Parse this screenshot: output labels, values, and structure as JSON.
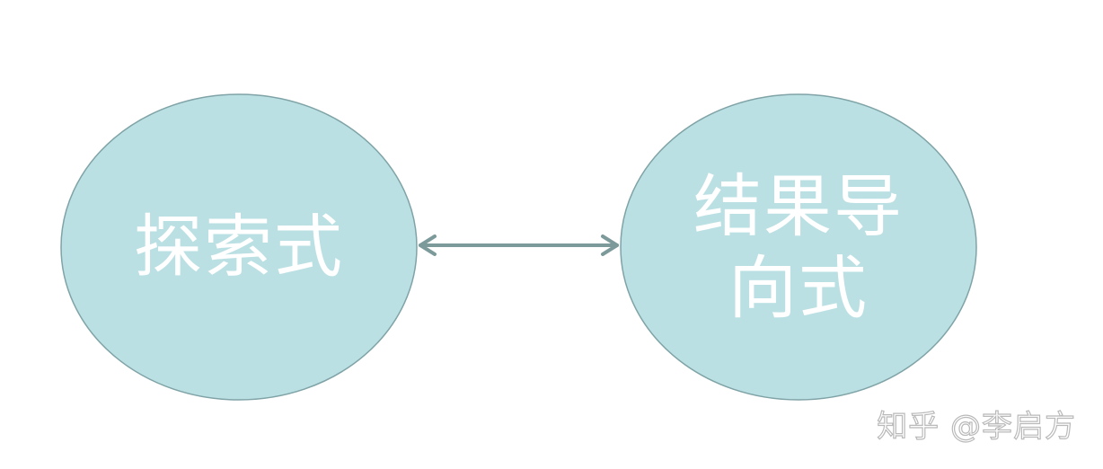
{
  "diagram": {
    "nodes": [
      {
        "id": "left",
        "lines": [
          "探索式"
        ]
      },
      {
        "id": "right",
        "lines": [
          "结果导",
          "向式"
        ]
      }
    ],
    "edge": {
      "from": "left",
      "to": "right",
      "direction": "bidirectional"
    }
  },
  "watermark": "知乎 @李启方",
  "colors": {
    "node_fill": "#bbe0e3",
    "node_stroke": "#7fa3a6",
    "arrow": "#7d9a9b",
    "text": "#ffffff"
  }
}
